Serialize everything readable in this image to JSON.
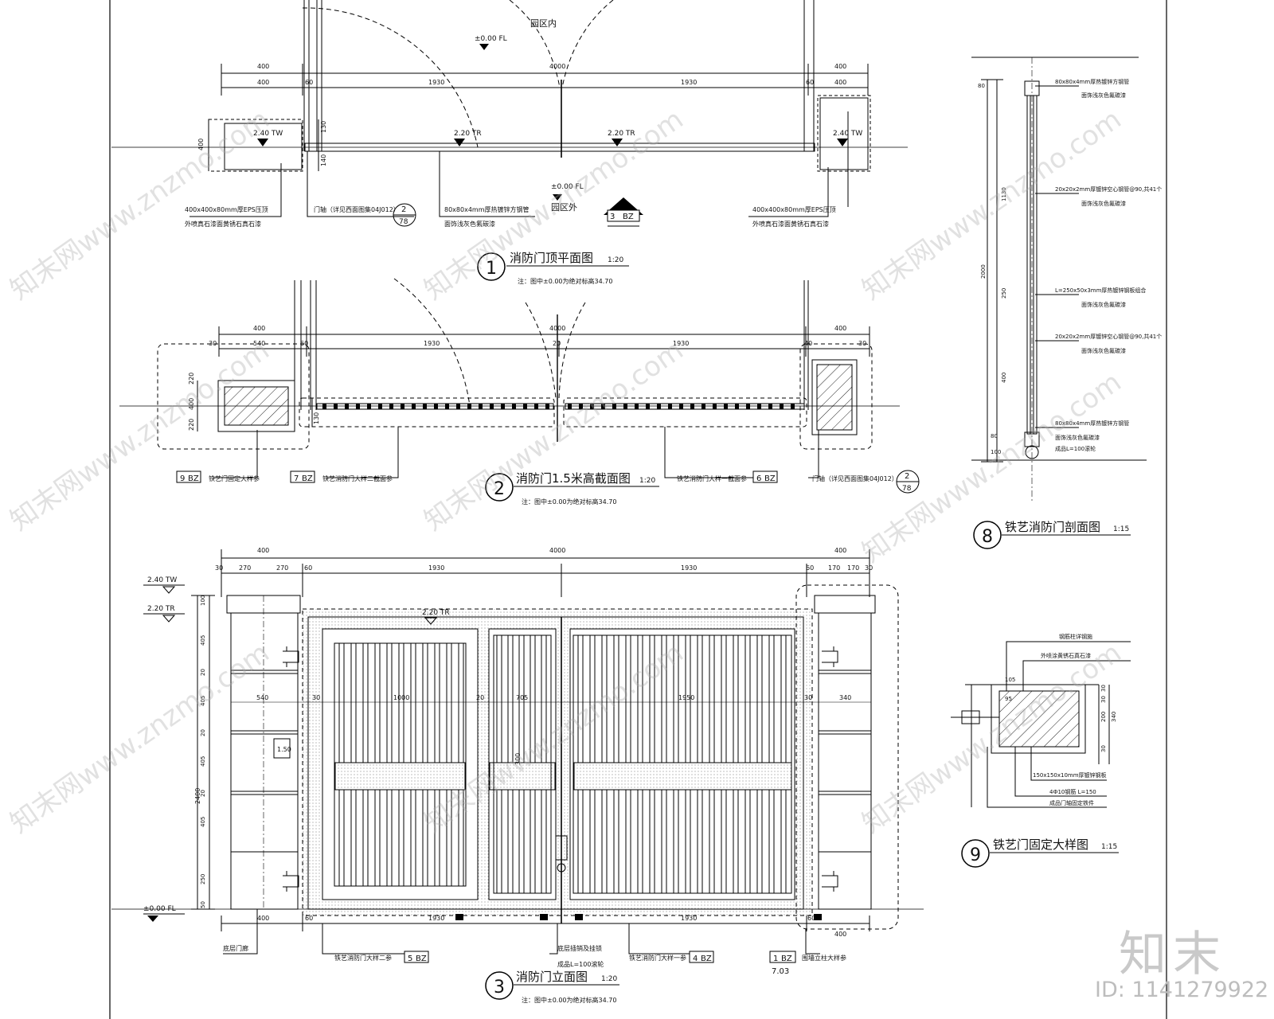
{
  "drawings": {
    "d1": {
      "num": "1",
      "title": "消防门顶平面图",
      "scale": "1:20",
      "note": "注：图中±0.00为绝对标高34.70"
    },
    "d2": {
      "num": "2",
      "title": "消防门1.5米高截面图",
      "scale": "1:20",
      "note": "注：图中±0.00为绝对标高34.70"
    },
    "d3": {
      "num": "3",
      "title": "消防门立面图",
      "scale": "1:20",
      "note": "注：图中±0.00为绝对标高34.70"
    },
    "d8": {
      "num": "8",
      "title": "铁艺消防门剖面图",
      "scale": "1:15"
    },
    "d9": {
      "num": "9",
      "title": "铁艺门固定大样图",
      "scale": "1:15"
    }
  },
  "plan": {
    "inside": "园区内",
    "outside": "园区外",
    "fl_top": "±0.00 FL",
    "fl_bottom": "±0.00 FL",
    "tw_left": "2.40 TW",
    "tw_right": "2.40 TW",
    "tr_left": "2.20 TR",
    "tr_right": "2.20 TR",
    "dims_top": [
      "400",
      "4000",
      "400"
    ],
    "dims_mid": [
      "400",
      "60",
      "1930",
      "1930",
      "60",
      "400"
    ],
    "dim_side": "400",
    "dims_side_right": [
      "130",
      "140"
    ],
    "note_left": "400x400x80mm厚EPS压顶",
    "note_left2": "外喷真石漆面黄锈石真石漆",
    "note_door": "门轴（详见西面图集04J012）",
    "note_tube": "80x80x4mm厚热镀锌方钢管",
    "note_tube2": "面饰浅灰色氟碳漆",
    "note_right": "400x400x80mm厚EPS压顶",
    "note_right2": "外喷真石漆面黄锈石真石漆",
    "ref_top": "2",
    "ref_bot": "78",
    "sect_mark": "3",
    "sect_code": "BZ"
  },
  "section15": {
    "dims_top": [
      "400",
      "4000",
      "400"
    ],
    "dims_mid": [
      "30",
      "540",
      "60",
      "1930",
      "20",
      "1930",
      "40",
      "30"
    ],
    "dims_side": [
      "220",
      "400",
      "220",
      "130"
    ],
    "callouts": [
      {
        "n": "9",
        "code": "BZ",
        "text": "铁艺门固定大样参"
      },
      {
        "n": "7",
        "code": "BZ",
        "text": "铁艺消防门大样二截面参"
      },
      {
        "n": "6",
        "code": "BZ",
        "text": "铁艺消防门大样一截面参"
      }
    ],
    "door_note": "门轴（详见西面图集04J012）",
    "ref_top": "2",
    "ref_bot": "78"
  },
  "elevation": {
    "dims_top1": [
      "400",
      "4000",
      "400"
    ],
    "dims_top2": [
      "30",
      "270",
      "270",
      "60",
      "1930",
      "1930",
      "60",
      "170",
      "170",
      "30"
    ],
    "dims_bottom": [
      "400",
      "60",
      "1930",
      "1930",
      "60",
      "400"
    ],
    "dims_vert": [
      "100",
      "405",
      "20",
      "405",
      "20",
      "405",
      "20",
      "405",
      "250",
      "50"
    ],
    "dim_total": "2400",
    "inner_dims": [
      "540",
      "30",
      "1000",
      "20",
      "705",
      "1950",
      "30",
      "340"
    ],
    "tw": "2.40 TW",
    "tr": "2.20 TR",
    "tr_mid": "2.20 TR",
    "fl": "±0.00 FL",
    "label_lamp": "1.50",
    "gauge": "300",
    "callouts": [
      {
        "text": "底层门廊"
      },
      {
        "n": "5",
        "code": "BZ",
        "text": "铁艺消防门大样二参"
      },
      {
        "text": "底层插销及挂锁",
        "text2": "成品L=100滚轮"
      },
      {
        "n": "4",
        "code": "BZ",
        "text": "铁艺消防门大样一参"
      },
      {
        "n": "1",
        "code": "BZ",
        "sub": "7.03",
        "text": "围墙立柱大样参"
      }
    ]
  },
  "section8": {
    "dims": [
      "80",
      "1130",
      "2000",
      "250",
      "400",
      "80",
      "100"
    ],
    "notes": [
      "80x80x4mm厚热镀锌方钢管",
      "面饰浅灰色氟碳漆",
      "20x20x2mm厚镀锌空心钢管@90,共41个",
      "面饰浅灰色氟碳漆",
      "L=250x50x3mm厚热镀锌钢板组合",
      "面饰浅灰色氟碳漆",
      "20x20x2mm厚镀锌空心钢管@90,共41个",
      "面饰浅灰色氟碳漆",
      "80x80x4mm厚热镀锌方钢管",
      "面饰浅灰色氟碳漆",
      "成品L=100滚轮"
    ]
  },
  "detail9": {
    "notes": [
      "钢筋柱详钢施",
      "外喷涂黄锈石真石漆",
      "150x150x10mm厚镀锌钢板",
      "4Ф10钢筋 L=150",
      "成品门轴固定铁件"
    ],
    "dims_left": [
      "105",
      "95"
    ],
    "dims_right": [
      "30",
      "30",
      "200",
      "340",
      "30"
    ]
  },
  "watermark": {
    "text": "知末网www.znzmo.com",
    "brand": "知末",
    "id": "ID: 1141279922"
  }
}
